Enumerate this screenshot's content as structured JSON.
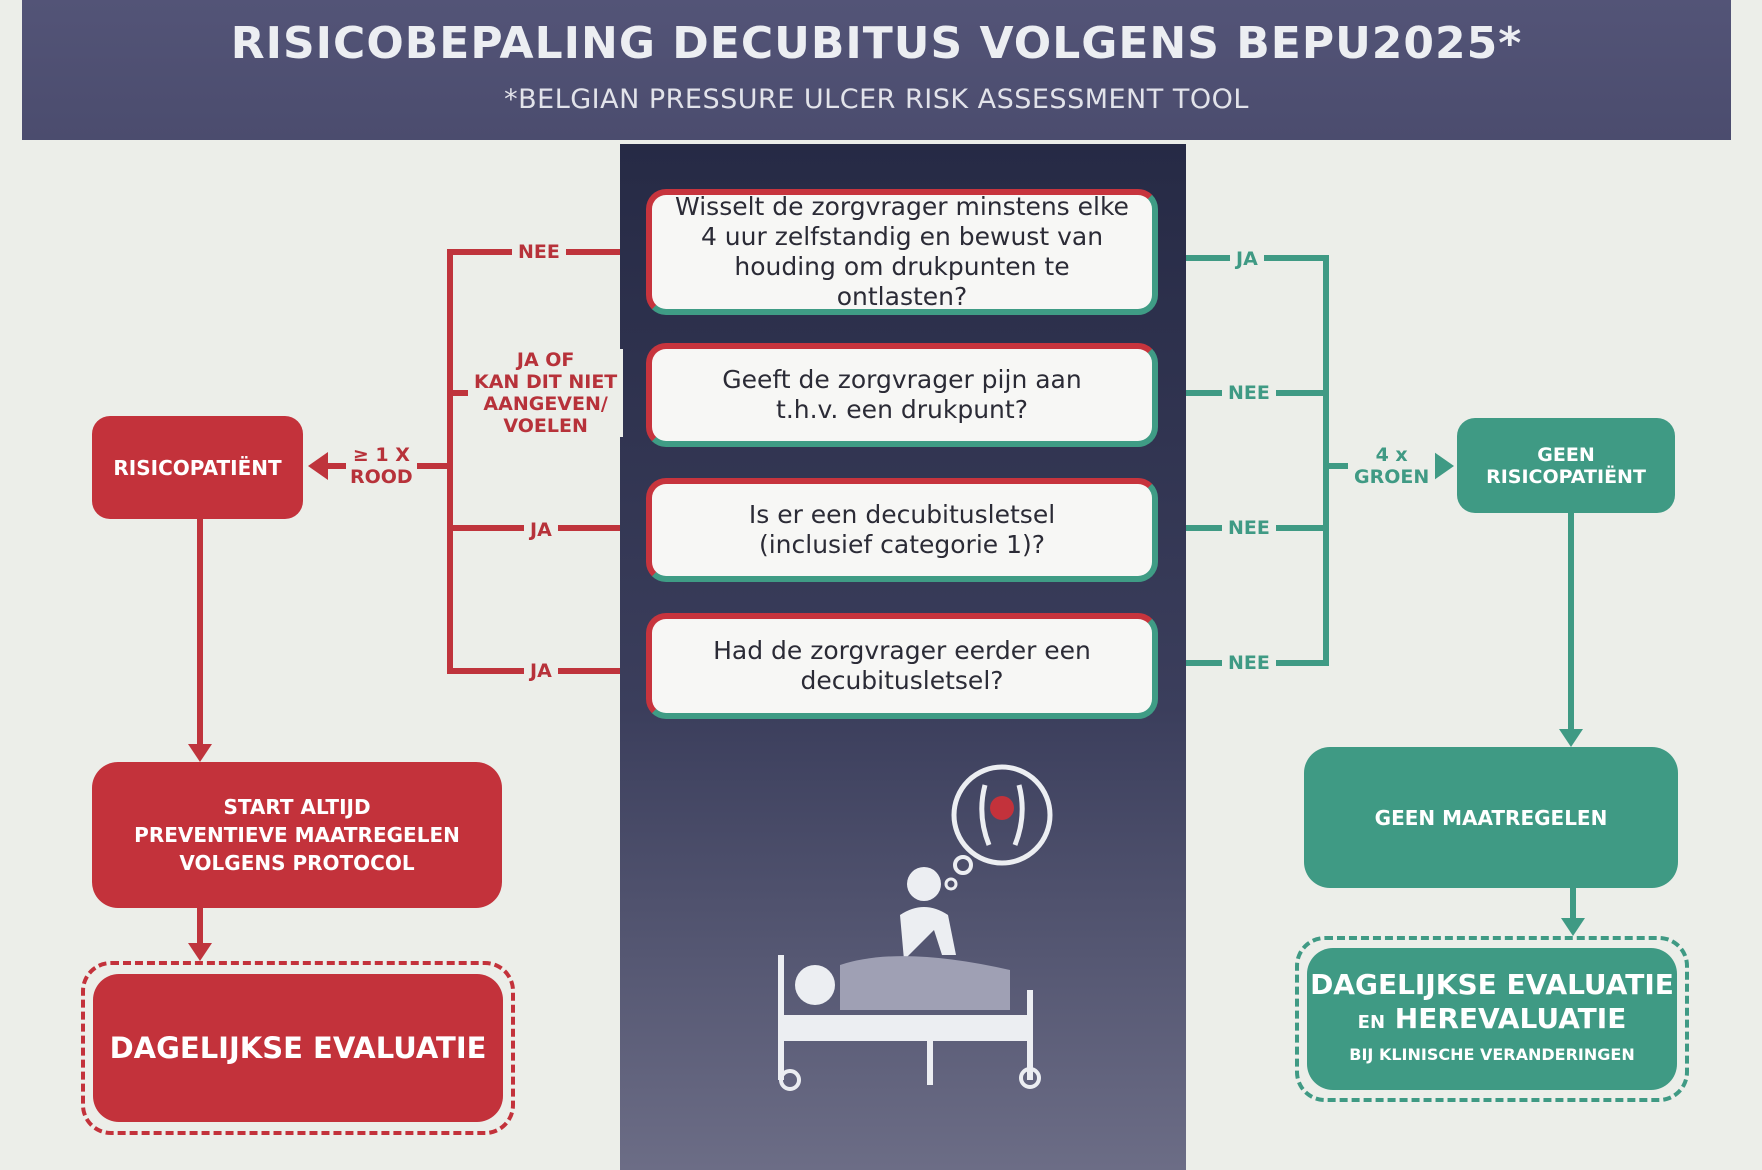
{
  "header": {
    "title": "RISICOBEPALING DECUBITUS VOLGENS BEPU2025*",
    "subtitle": "*BELGIAN PRESSURE ULCER RISK ASSESSMENT TOOL"
  },
  "questions": [
    {
      "text": "Wisselt de zorgvrager minstens elke\n4 uur zelfstandig en bewust van\nhouding om drukpunten te ontlasten?",
      "red_answer": "NEE",
      "green_answer": "JA"
    },
    {
      "text": "Geeft de zorgvrager pijn aan\nt.h.v. een drukpunt?",
      "red_answer": "JA OF\nKAN DIT NIET\nAANGEVEN/\nVOELEN",
      "green_answer": "NEE"
    },
    {
      "text": "Is er een decubitusletsel\n(inclusief categorie 1)?",
      "red_answer": "JA",
      "green_answer": "NEE"
    },
    {
      "text": "Had de zorgvrager eerder een\ndecubitusletsel?",
      "red_answer": "JA",
      "green_answer": "NEE"
    }
  ],
  "left": {
    "condition": "≥ 1 X\nROOD",
    "result": "RISICOPATIËNT",
    "action": "START ALTIJD\nPREVENTIEVE MAATREGELEN\nVOLGENS PROTOCOL",
    "evaluation": "DAGELIJKSE EVALUATIE"
  },
  "right": {
    "condition": "4 x\nGROEN",
    "result": "GEEN RISICOPATIËNT",
    "action": "GEEN MAATREGELEN",
    "evaluation_line1": "DAGELIJKSE EVALUATIE",
    "evaluation_en": "EN",
    "evaluation_line2": "HEREVALUATIE",
    "evaluation_line3": "BIJ KLINISCHE VERANDERINGEN"
  },
  "colors": {
    "red": "#c3323b",
    "green": "#3f9a84",
    "header": "#4f5072"
  }
}
